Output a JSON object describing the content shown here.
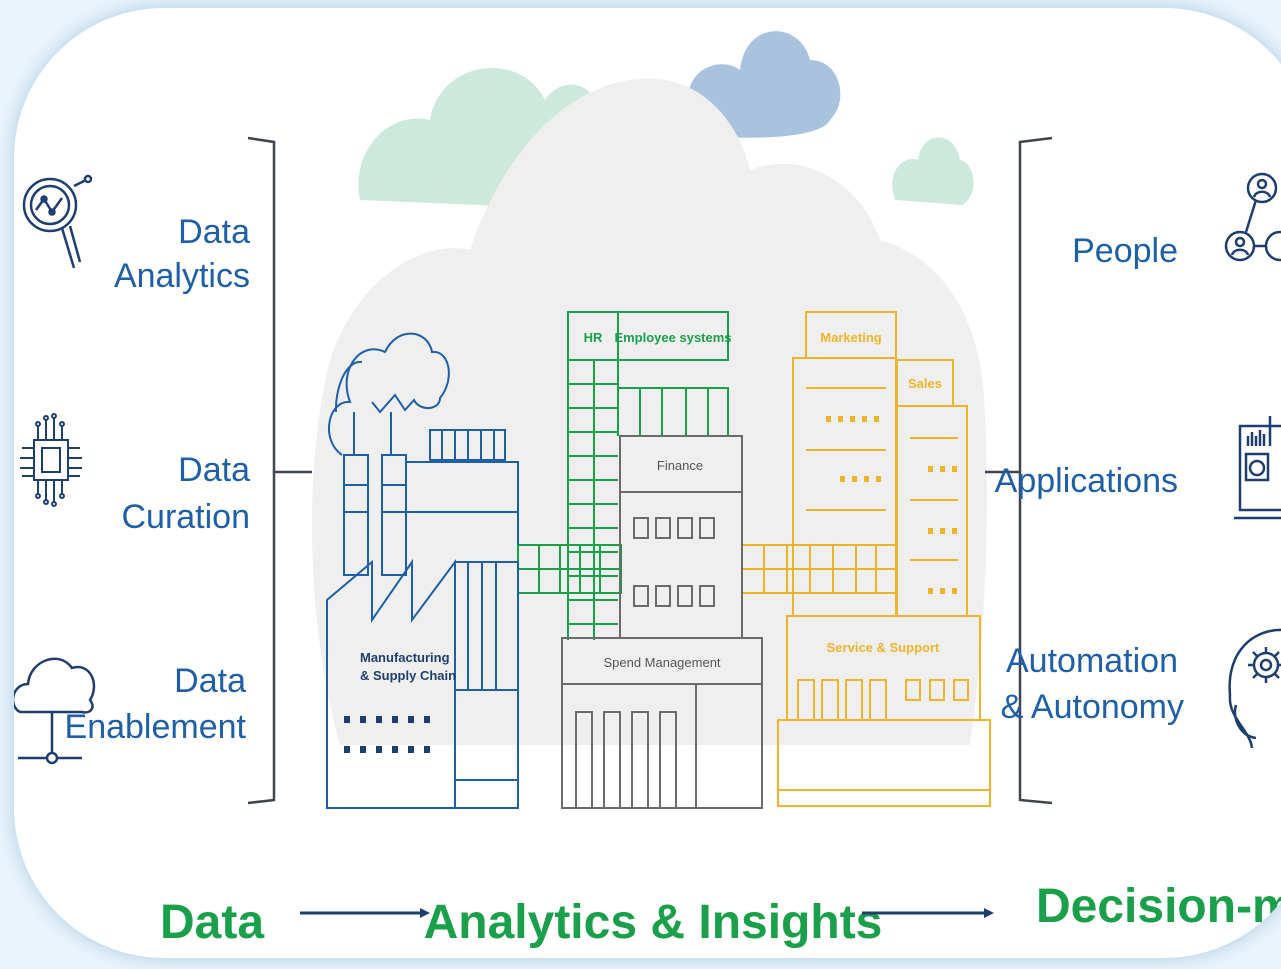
{
  "left_items": [
    {
      "line1": "Data",
      "line2": "Analytics",
      "icon": "magnifier-chart-icon"
    },
    {
      "line1": "Data",
      "line2": "Curation",
      "icon": "chip-icon"
    },
    {
      "line1": "Data",
      "line2": "Enablement",
      "icon": "cloud-network-icon"
    }
  ],
  "right_items": [
    {
      "line1": "People",
      "line2": "",
      "icon": "people-network-icon"
    },
    {
      "line1": "Applications",
      "line2": "",
      "icon": "dashboard-laptop-icon"
    },
    {
      "line1": "Automation",
      "line2": "& Autonomy",
      "icon": "gear-head-icon"
    }
  ],
  "buildings": {
    "manufacturing_line1": "Manufacturing",
    "manufacturing_line2": "& Supply Chain",
    "hr": "HR",
    "employee_systems": "Employee systems",
    "finance": "Finance",
    "spend_management": "Spend Management",
    "marketing": "Marketing",
    "sales": "Sales",
    "service_support": "Service & Support"
  },
  "flow": {
    "data": "Data",
    "analytics": "Analytics & Insights",
    "decision": "Decision-making"
  },
  "colors": {
    "blue": "#1e5fa8",
    "green": "#1aa04a",
    "gray": "#6b6b6b",
    "yellow": "#efb52a",
    "cloud_gray": "#efefef",
    "cloud_green": "#cde9dc",
    "cloud_blue": "#a9c3df"
  }
}
